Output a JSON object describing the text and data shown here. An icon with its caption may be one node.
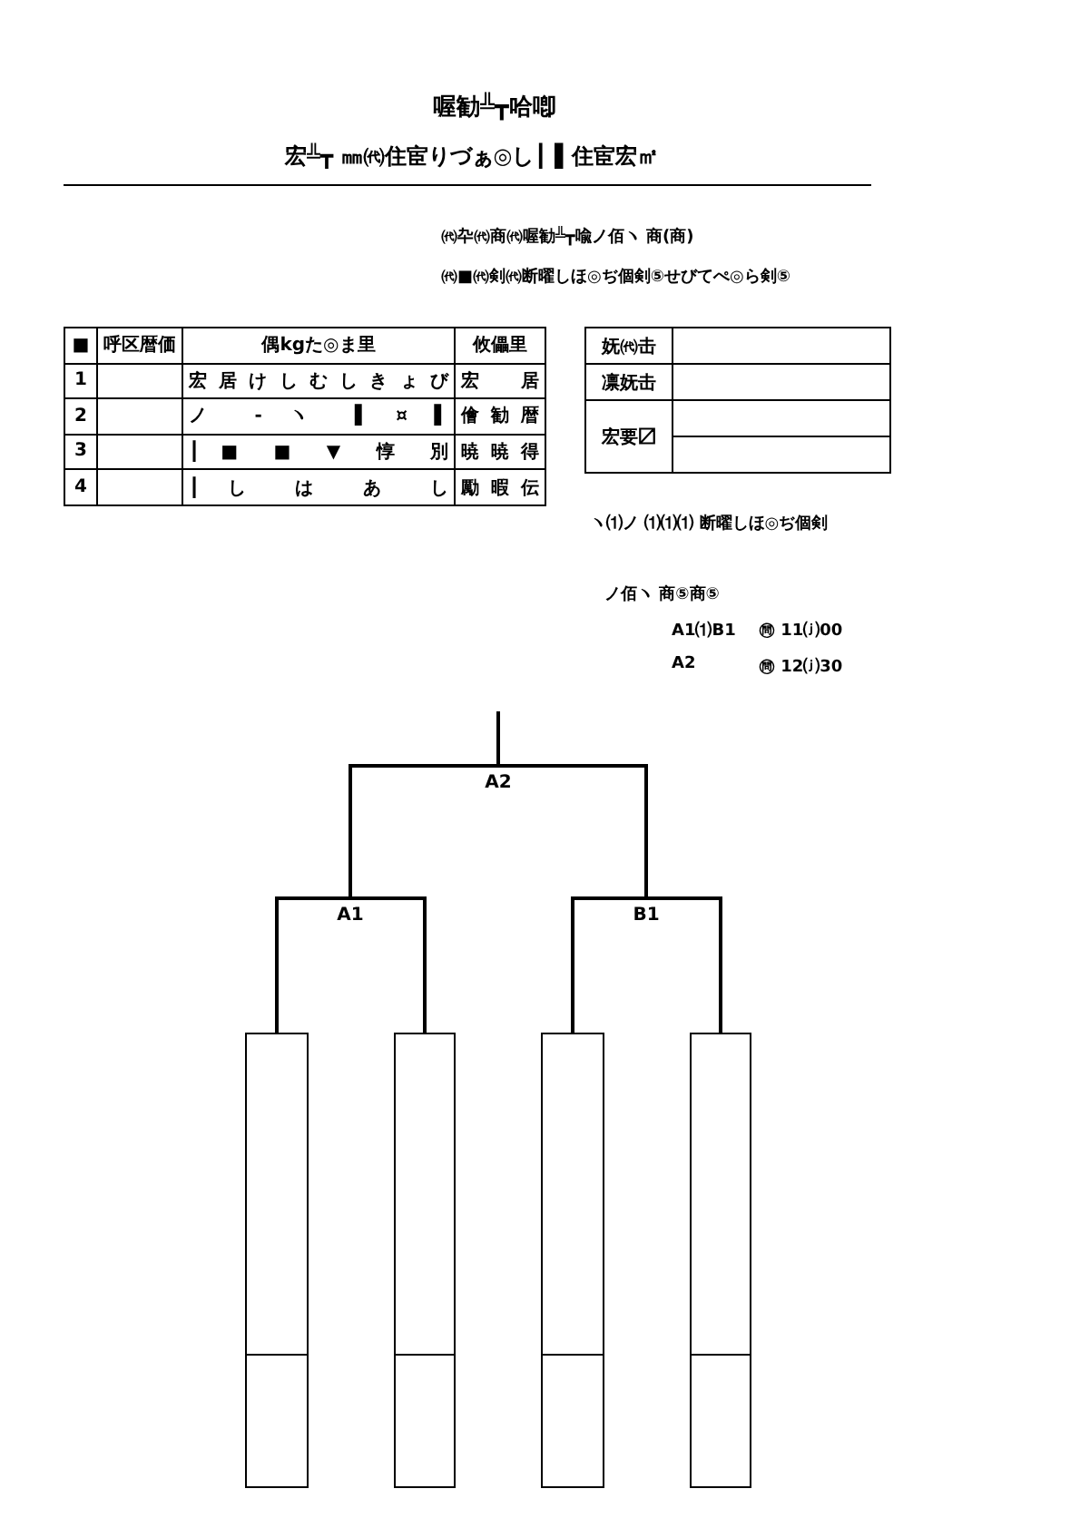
{
  "diagram": {
    "title": "喔勧╩┳哈喞",
    "nodes": [
      {
        "text": [
          "A2"
        ]
      },
      {
        "text": [
          "A1"
        ]
      },
      {
        "text": [
          "B1"
        ]
      },
      {
        "text": [],
        "shape": "box"
      },
      {
        "text": [],
        "shape": "box"
      },
      {
        "text": [],
        "shape": "box"
      },
      {
        "text": [],
        "shape": "box"
      }
    ],
    "edges": [
      {
        "from": 0,
        "to": null,
        "arrow": "none"
      },
      {
        "from": 1,
        "to": 0,
        "arrow": "none"
      },
      {
        "from": 2,
        "to": 0,
        "arrow": "none"
      },
      {
        "from": 3,
        "to": 1,
        "arrow": "none"
      },
      {
        "from": 4,
        "to": 1,
        "arrow": "none"
      },
      {
        "from": 5,
        "to": 2,
        "arrow": "none"
      },
      {
        "from": 6,
        "to": 2,
        "arrow": "none"
      }
    ],
    "labels": [
      "宏╩┳ ㎜㈹住宦りづぁ◎し┃ ▌住宦宏㎡",
      "㈹卆㈹商㈹喔勧╩┳喩ノ佰ヽ 商(商)",
      "㈹■㈹剣㈹断曜しほ◎ぢ個剣⑤せびてぺ◎ら剣⑤",
      "■",
      "呼区暦価",
      "偶kgた◎ま里",
      "攸儡里",
      "1",
      "宏 居 け し む し き ょ び",
      "宏 居",
      "2",
      "ノ - ヽ ▌ ¤ ▌",
      "儈 勧 暦",
      "3",
      "┃ ■ ■ ▼ 惇 別",
      "暁 暁 得",
      "4",
      "┃ し は あ し",
      "勵 暇 伝",
      "妩㈹击",
      "凛妩击",
      "宏要〼",
      "ヽ⑴ノ ⑴⑴⑴ 断曜しほ◎ぢ個剣",
      "ノ佰ヽ 商⑤商⑤",
      "A1⑴B1",
      "㉄ 11⒥00",
      "A2",
      "㉄ 12⒥30"
    ]
  }
}
